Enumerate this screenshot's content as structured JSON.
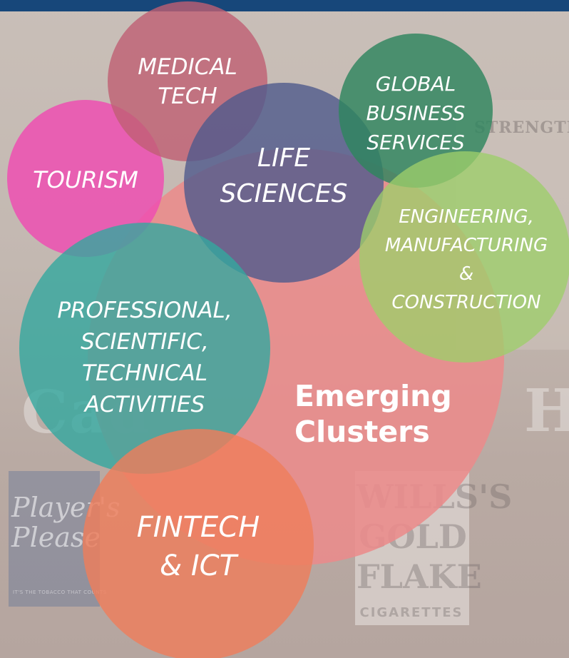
{
  "colors": {
    "topbar": "#17477a",
    "emerging": "#ea8b8b",
    "medical": "#bf5f73",
    "tourism": "#ed4fb2",
    "life": "#4f5a8c",
    "global": "#2e855e",
    "engineering": "#9dce6a",
    "professional": "#33a89f",
    "fintech": "#ee7e5c"
  },
  "clusters": {
    "emerging": {
      "lines": [
        "Emerging",
        "Clusters"
      ]
    },
    "medical": {
      "lines": [
        "MEDICAL",
        "TECH"
      ]
    },
    "tourism": {
      "lines": [
        "TOURISM"
      ]
    },
    "life": {
      "lines": [
        "LIFE",
        "SCIENCES"
      ]
    },
    "global": {
      "lines": [
        "GLOBAL",
        "BUSINESS",
        "SERVICES"
      ]
    },
    "engineering": {
      "lines": [
        "ENGINEERING,",
        "MANUFACTURING",
        "&",
        "CONSTRUCTION"
      ]
    },
    "professional": {
      "lines": [
        "PROFESSIONAL,",
        "SCIENTIFIC,",
        "TECHNICAL",
        "ACTIVITIES"
      ]
    },
    "fintech": {
      "lines": [
        "FINTECH",
        "& ICT"
      ]
    }
  },
  "background": {
    "sign_top_right": "STRENGTH",
    "sign_letters_left": "Cad",
    "sign_letters_right": "H",
    "board_left_lines": [
      "Player's",
      "Please"
    ],
    "board_left_small": "IT'S THE TOBACCO THAT COUNTS",
    "board_right_lines": [
      "WILLS'S",
      "GOLD",
      "FLAKE"
    ],
    "board_right_small": "CIGARETTES"
  }
}
